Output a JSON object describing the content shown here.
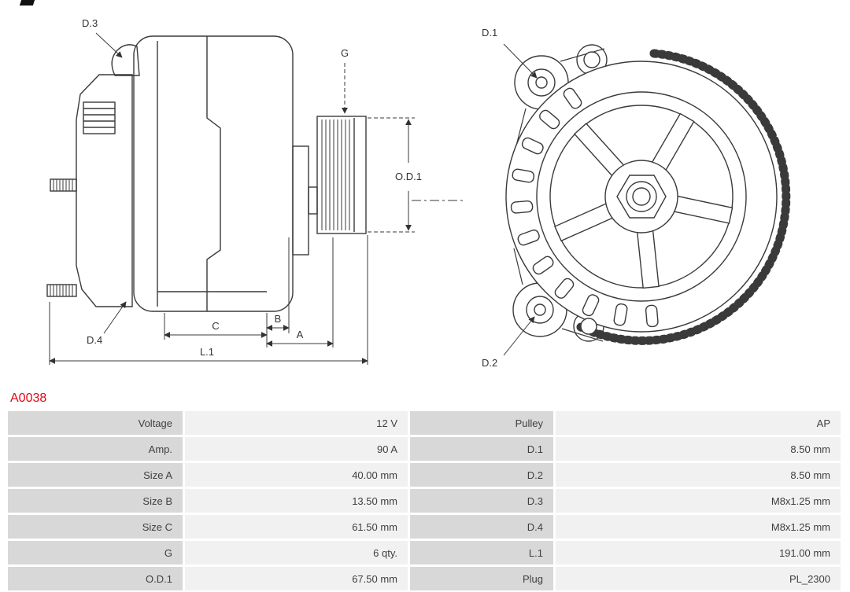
{
  "part_number": "A0038",
  "diagram": {
    "labels": {
      "d1": "D.1",
      "d2": "D.2",
      "d3": "D.3",
      "d4": "D.4",
      "g": "G",
      "od1": "O.D.1",
      "a": "A",
      "b": "B",
      "c": "C",
      "l1": "L.1"
    }
  },
  "table": {
    "rows": [
      {
        "left_label": "Voltage",
        "left_value": "12 V",
        "right_label": "Pulley",
        "right_value": "AP"
      },
      {
        "left_label": "Amp.",
        "left_value": "90 A",
        "right_label": "D.1",
        "right_value": "8.50 mm"
      },
      {
        "left_label": "Size A",
        "left_value": "40.00 mm",
        "right_label": "D.2",
        "right_value": "8.50 mm"
      },
      {
        "left_label": "Size B",
        "left_value": "13.50 mm",
        "right_label": "D.3",
        "right_value": "M8x1.25 mm"
      },
      {
        "left_label": "Size C",
        "left_value": "61.50 mm",
        "right_label": "D.4",
        "right_value": "M8x1.25 mm"
      },
      {
        "left_label": "G",
        "left_value": "6 qty.",
        "right_label": "L.1",
        "right_value": "191.00 mm"
      },
      {
        "left_label": "O.D.1",
        "left_value": "67.50 mm",
        "right_label": "Plug",
        "right_value": "PL_2300"
      }
    ]
  }
}
